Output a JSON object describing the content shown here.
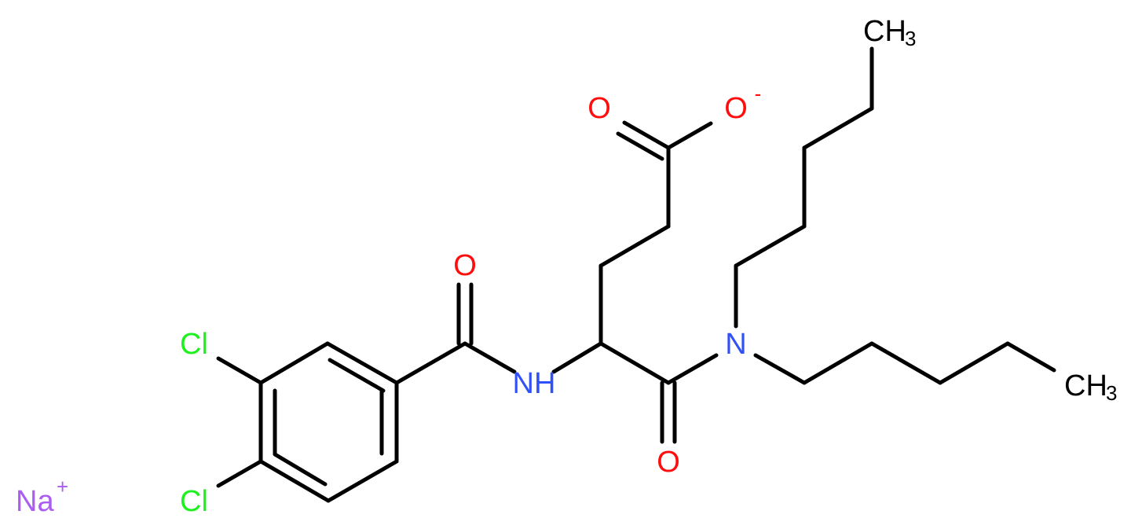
{
  "molecule": {
    "atoms": {
      "carboxylate_O_double": "O",
      "carboxylate_O_single": "O",
      "carboxylate_charge": "-",
      "amide_O_left": "O",
      "amide_O_right": "O",
      "amide_NH": "NH",
      "amine_N": "N",
      "cl_top": "Cl",
      "cl_bottom": "Cl",
      "ch3_top": "CH",
      "ch3_top_sub": "3",
      "ch3_right": "CH",
      "ch3_right_sub": "3",
      "sodium": "Na",
      "sodium_charge": "+"
    }
  },
  "colors": {
    "bond": "#000000",
    "oxygen": "#ff0d0d",
    "nitrogen": "#3050f8",
    "chlorine": "#1ff01f",
    "carbon_label": "#000000",
    "sodium": "#ab5cf2"
  }
}
